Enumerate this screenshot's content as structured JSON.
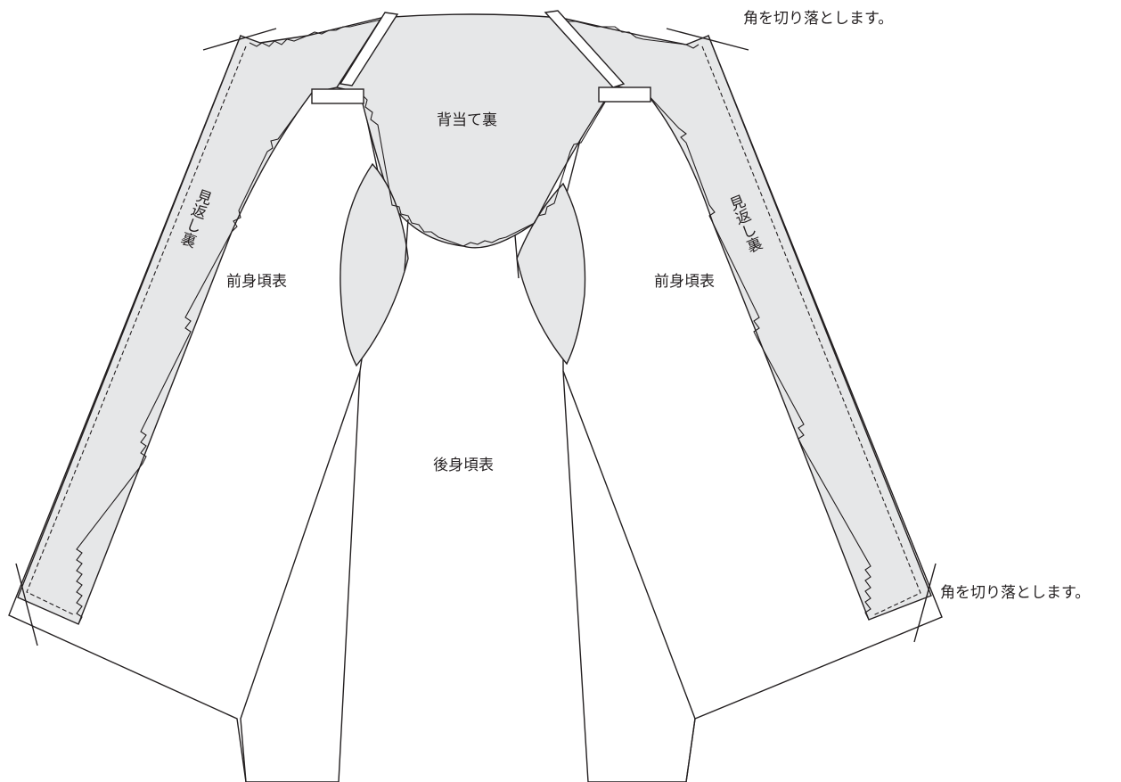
{
  "labels": {
    "back_yoke_lining": "背当て裏",
    "front_body_outer_left": "前身頃表",
    "front_body_outer_right": "前身頃表",
    "back_body_outer": "後身頃表",
    "facing_lining_left": "見返し裏",
    "facing_lining_right": "見返し裏",
    "note_top": "角を切り落とします。",
    "note_right": "角を切り落とします。"
  },
  "colors": {
    "lining_fill": "#e6e7e8",
    "line": "#231f20",
    "background": "#ffffff"
  }
}
